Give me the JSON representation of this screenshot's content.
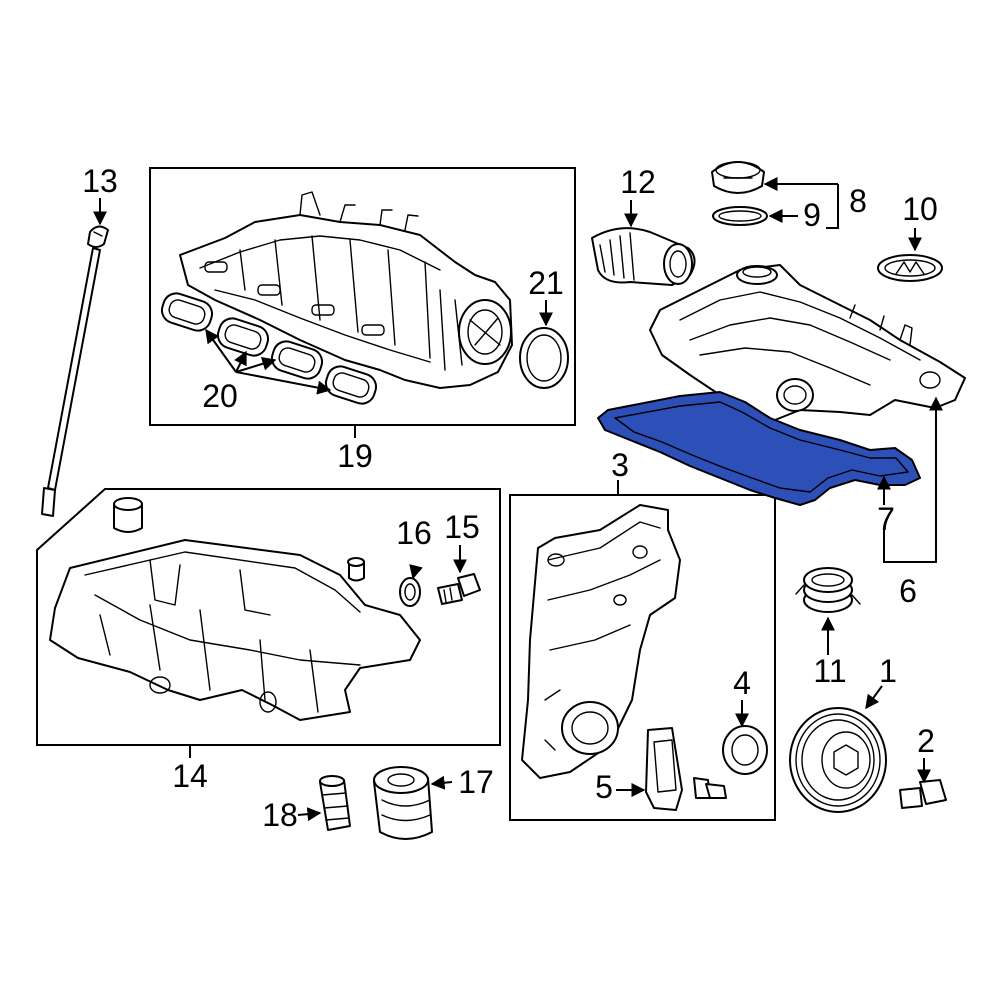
{
  "colors": {
    "highlight": "#2d4fb8",
    "line": "#000000",
    "background": "#ffffff"
  },
  "callouts": {
    "c1": "1",
    "c2": "2",
    "c3": "3",
    "c4": "4",
    "c5": "5",
    "c6": "6",
    "c7": "7",
    "c8": "8",
    "c9": "9",
    "c10": "10",
    "c11": "11",
    "c12": "12",
    "c13": "13",
    "c14": "14",
    "c15": "15",
    "c16": "16",
    "c17": "17",
    "c18": "18",
    "c19": "19",
    "c20": "20",
    "c21": "21"
  }
}
